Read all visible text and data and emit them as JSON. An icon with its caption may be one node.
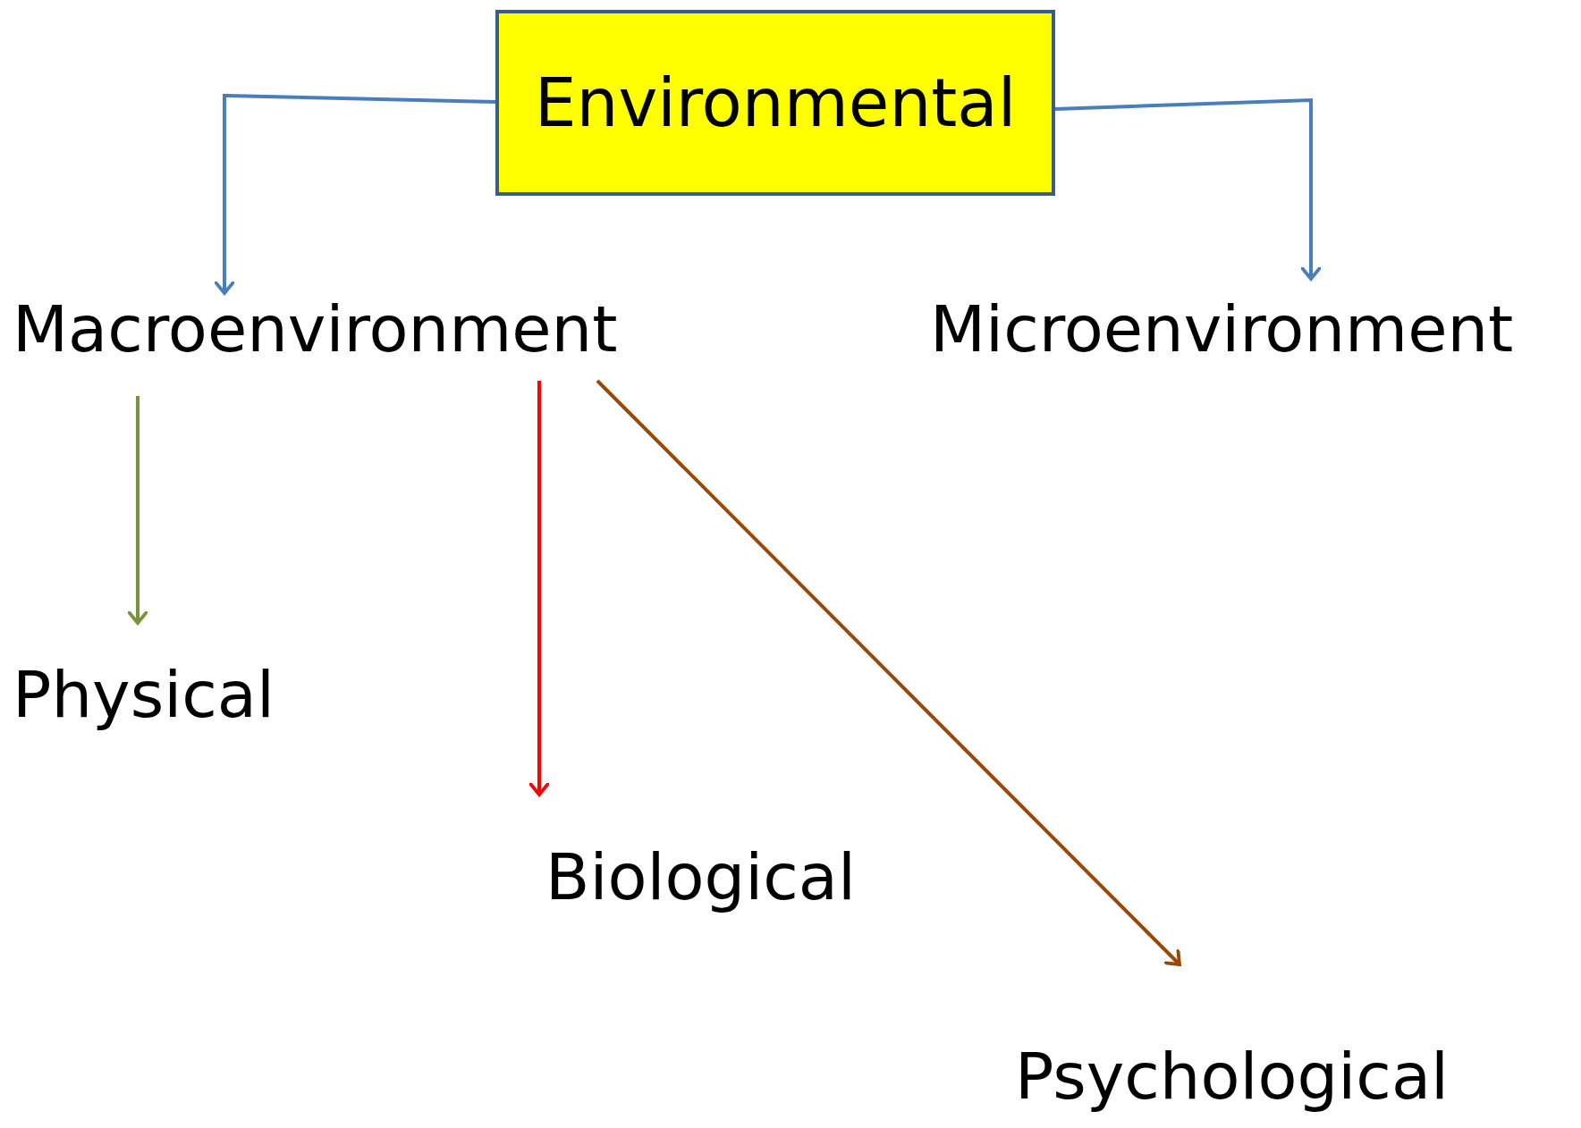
{
  "diagram": {
    "nodes": [
      {
        "text": [
          "Environmental"
        ]
      },
      {
        "text": [
          "Macroenvironment"
        ]
      },
      {
        "text": [
          "Microenvironment"
        ]
      },
      {
        "text": [
          "Physical"
        ]
      },
      {
        "text": [
          "Biological"
        ]
      },
      {
        "text": [
          "Psychological"
        ]
      }
    ],
    "edges": [
      {
        "from": 0,
        "to": 1,
        "arrow": "to"
      },
      {
        "from": 0,
        "to": 2,
        "arrow": "to"
      },
      {
        "from": 1,
        "to": 3,
        "arrow": "to",
        "color": "#77933c"
      },
      {
        "from": 1,
        "to": 4,
        "arrow": "to",
        "color": "#ff0000"
      },
      {
        "from": 1,
        "to": 5,
        "arrow": "to",
        "color": "#984807"
      }
    ]
  }
}
